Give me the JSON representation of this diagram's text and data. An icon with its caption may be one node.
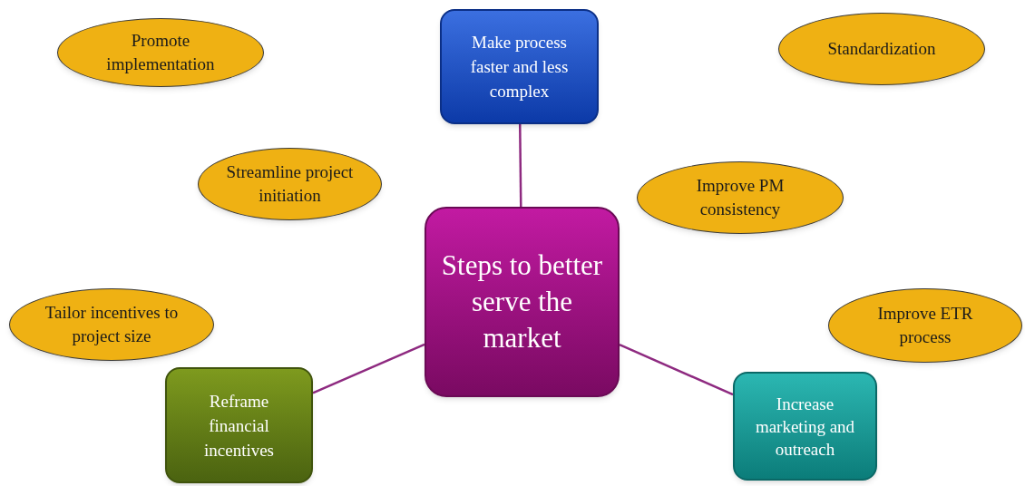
{
  "diagram": {
    "nodes": [
      {
        "text": [
          "Promote implementation"
        ]
      },
      {
        "text": [
          "Make process faster and less complex"
        ]
      },
      {
        "text": [
          "Standardization"
        ]
      },
      {
        "text": [
          "Streamline project initiation"
        ]
      },
      {
        "text": [
          "Improve PM consistency"
        ]
      },
      {
        "text": [
          "Steps to better serve the market"
        ]
      },
      {
        "text": [
          "Tailor incentives to project size"
        ]
      },
      {
        "text": [
          "Improve ETR process"
        ]
      },
      {
        "text": [
          "Reframe financial incentives"
        ]
      },
      {
        "text": [
          "Increase marketing and outreach"
        ]
      }
    ],
    "edges": [
      {
        "from": 5,
        "to": 1,
        "arrow": "none"
      },
      {
        "from": 5,
        "to": 8,
        "arrow": "none"
      },
      {
        "from": 5,
        "to": 9,
        "arrow": "none"
      }
    ]
  }
}
